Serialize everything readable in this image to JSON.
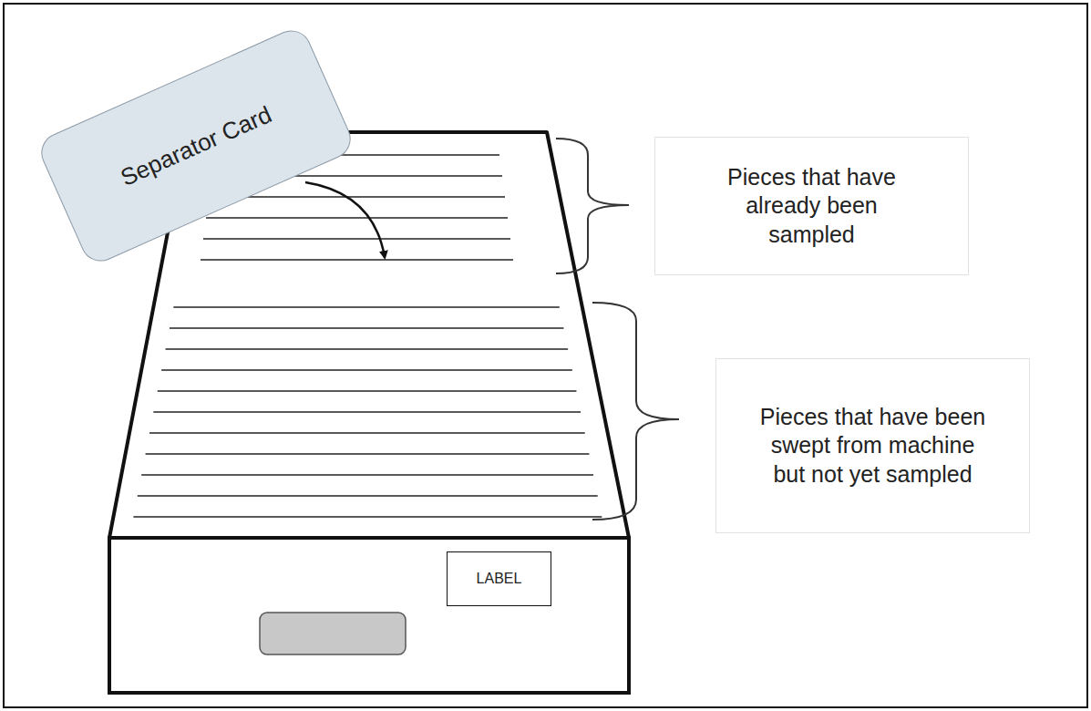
{
  "diagram": {
    "nodes": [
      {
        "text": [
          "Separator Card"
        ]
      },
      {
        "text": [
          "Pieces that have already been sampled"
        ]
      },
      {
        "text": [
          "Pieces that have been swept from machine but not yet sampled"
        ]
      },
      {
        "text": [
          "LABEL"
        ]
      }
    ]
  }
}
